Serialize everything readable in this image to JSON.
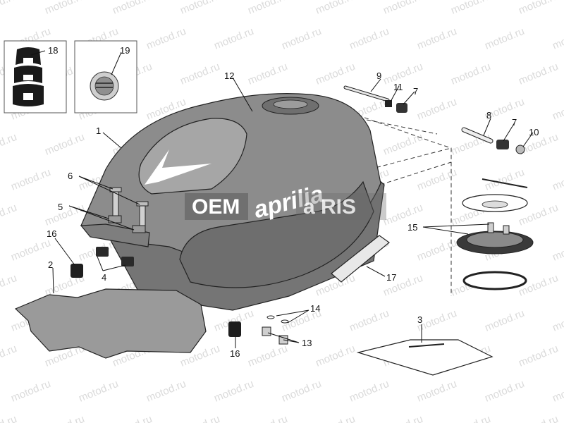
{
  "watermark": {
    "text": "motod.ru"
  },
  "overlay": {
    "oem_text": "OEM",
    "parts_text": "a RIS",
    "tank_brand": "aprilia"
  },
  "callouts": [
    "1",
    "2",
    "3",
    "4",
    "5",
    "6",
    "7",
    "7",
    "8",
    "9",
    "10",
    "11",
    "12",
    "13",
    "14",
    "15",
    "16",
    "16",
    "17",
    "18",
    "19"
  ],
  "colors": {
    "tank_main": "#8c8c8c",
    "tank_dark": "#6e6e6e",
    "tank_light": "#b4b4b4",
    "pad": "#9a9a9a",
    "ink": "#111111"
  }
}
